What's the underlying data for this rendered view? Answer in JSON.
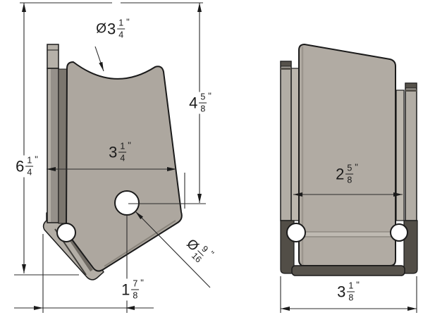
{
  "drawing_type": "2-view engineering drawing of steel bracket",
  "colors": {
    "background": "#ffffff",
    "outline": "#1b1b1b",
    "dimension_line": "#2b2b2b",
    "plate_fill": "#ada79f",
    "strip_light": "#b6b1a9",
    "strip_mid": "#95908a",
    "edge_shadow": "#7b766e",
    "cap_dark": "#56524b",
    "block_dark": "#524e47",
    "bottom_bar": "#57534c"
  },
  "dimensions": {
    "arc_diameter": {
      "prefix": "Ø",
      "whole": "3",
      "num": "1",
      "den": "4",
      "unit": "\""
    },
    "overall_height": {
      "whole": "6",
      "num": "1",
      "den": "4",
      "unit": "\""
    },
    "top_to_hole": {
      "whole": "4",
      "num": "5",
      "den": "8",
      "unit": "\""
    },
    "plate_width": {
      "whole": "3",
      "num": "1",
      "den": "4",
      "unit": "\""
    },
    "hole_diameter": {
      "prefix": "Ø",
      "num": "9",
      "den": "16",
      "unit": "\""
    },
    "hole_offset": {
      "whole": "1",
      "num": "7",
      "den": "8",
      "unit": "\""
    },
    "side_inner_width": {
      "whole": "2",
      "num": "5",
      "den": "8",
      "unit": "\""
    },
    "side_outer_width": {
      "whole": "3",
      "num": "1",
      "den": "8",
      "unit": "\""
    }
  }
}
